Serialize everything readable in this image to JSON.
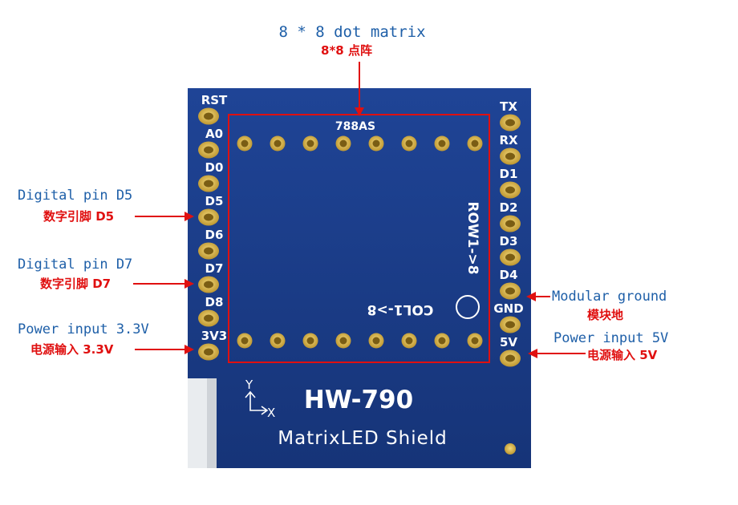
{
  "header": {
    "title_en": "8 * 8 dot matrix",
    "title_cn": "8*8 点阵"
  },
  "board": {
    "chip_label": "788AS",
    "row_label": "ROW1->8",
    "col_label": "COL1->8",
    "axis_y": "Y",
    "axis_x": "X",
    "model": "HW-790",
    "subtitle": "MatrixLED Shield",
    "left_pins": [
      "RST",
      "A0",
      "D0",
      "D5",
      "D6",
      "D7",
      "D8",
      "3V3"
    ],
    "right_pins": [
      "TX",
      "RX",
      "D1",
      "D2",
      "D3",
      "D4",
      "GND",
      "5V"
    ]
  },
  "callouts": {
    "d5_en": "Digital pin D5",
    "d5_cn": "数字引脚 D5",
    "d7_en": "Digital pin D7",
    "d7_cn": "数字引脚 D7",
    "p33_en": "Power input 3.3V",
    "p33_cn": "电源输入 3.3V",
    "gnd_en": "Modular ground",
    "gnd_cn": "模块地",
    "p5_en": "Power input 5V",
    "p5_cn": "电源输入 5V"
  },
  "colors": {
    "board": "#1a3c8c",
    "pad": "#d9b84a",
    "annotation_blue": "#1e5fa8",
    "annotation_red": "#e01010",
    "silkscreen": "#ffffff"
  }
}
